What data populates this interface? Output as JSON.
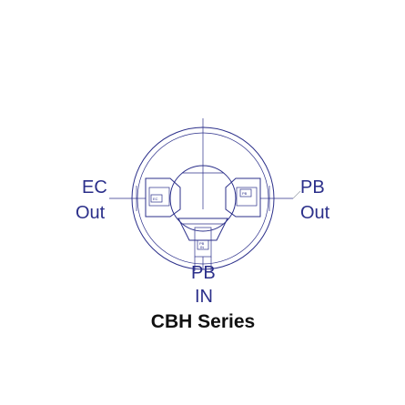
{
  "labels": {
    "ec_line1": "EC",
    "ec_line2": "Out",
    "pb_right_line1": "PB",
    "pb_right_line2": "Out",
    "pb_bottom_line1": "PB",
    "pb_bottom_line2": "IN",
    "series": "CBH Series"
  },
  "colors": {
    "line": "#2b2f8a",
    "title": "#111111"
  }
}
